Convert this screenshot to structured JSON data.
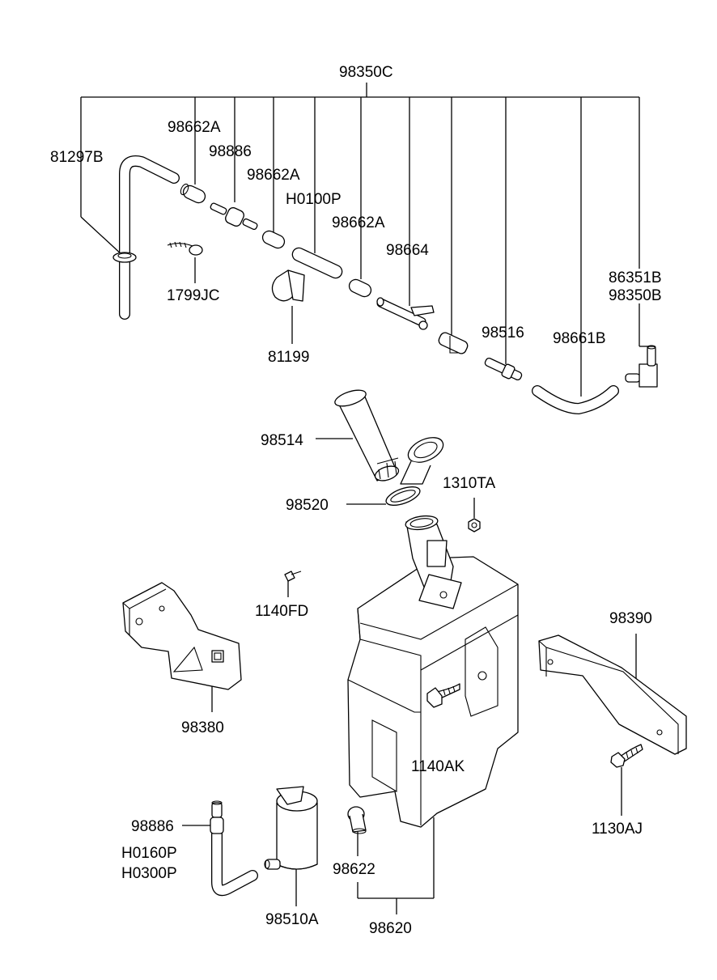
{
  "diagram": {
    "labels": {
      "l98350C": "98350C",
      "l98662A_1": "98662A",
      "l98886_top": "98886",
      "l81297B": "81297B",
      "l98662A_2": "98662A",
      "lH0100P": "H0100P",
      "l98662A_3": "98662A",
      "l98664": "98664",
      "l86351B": "86351B",
      "l98350B": "98350B",
      "l1799JC": "1799JC",
      "l81199": "81199",
      "l98516": "98516",
      "l98661B": "98661B",
      "l98514": "98514",
      "l98520": "98520",
      "l1310TA": "1310TA",
      "l1140FD": "1140FD",
      "l98390": "98390",
      "l98380": "98380",
      "l1140AK": "1140AK",
      "l98886_bot": "98886",
      "lH0160P": "H0160P",
      "lH0300P": "H0300P",
      "l1130AJ": "1130AJ",
      "l98622": "98622",
      "l98510A": "98510A",
      "l98620": "98620"
    }
  }
}
